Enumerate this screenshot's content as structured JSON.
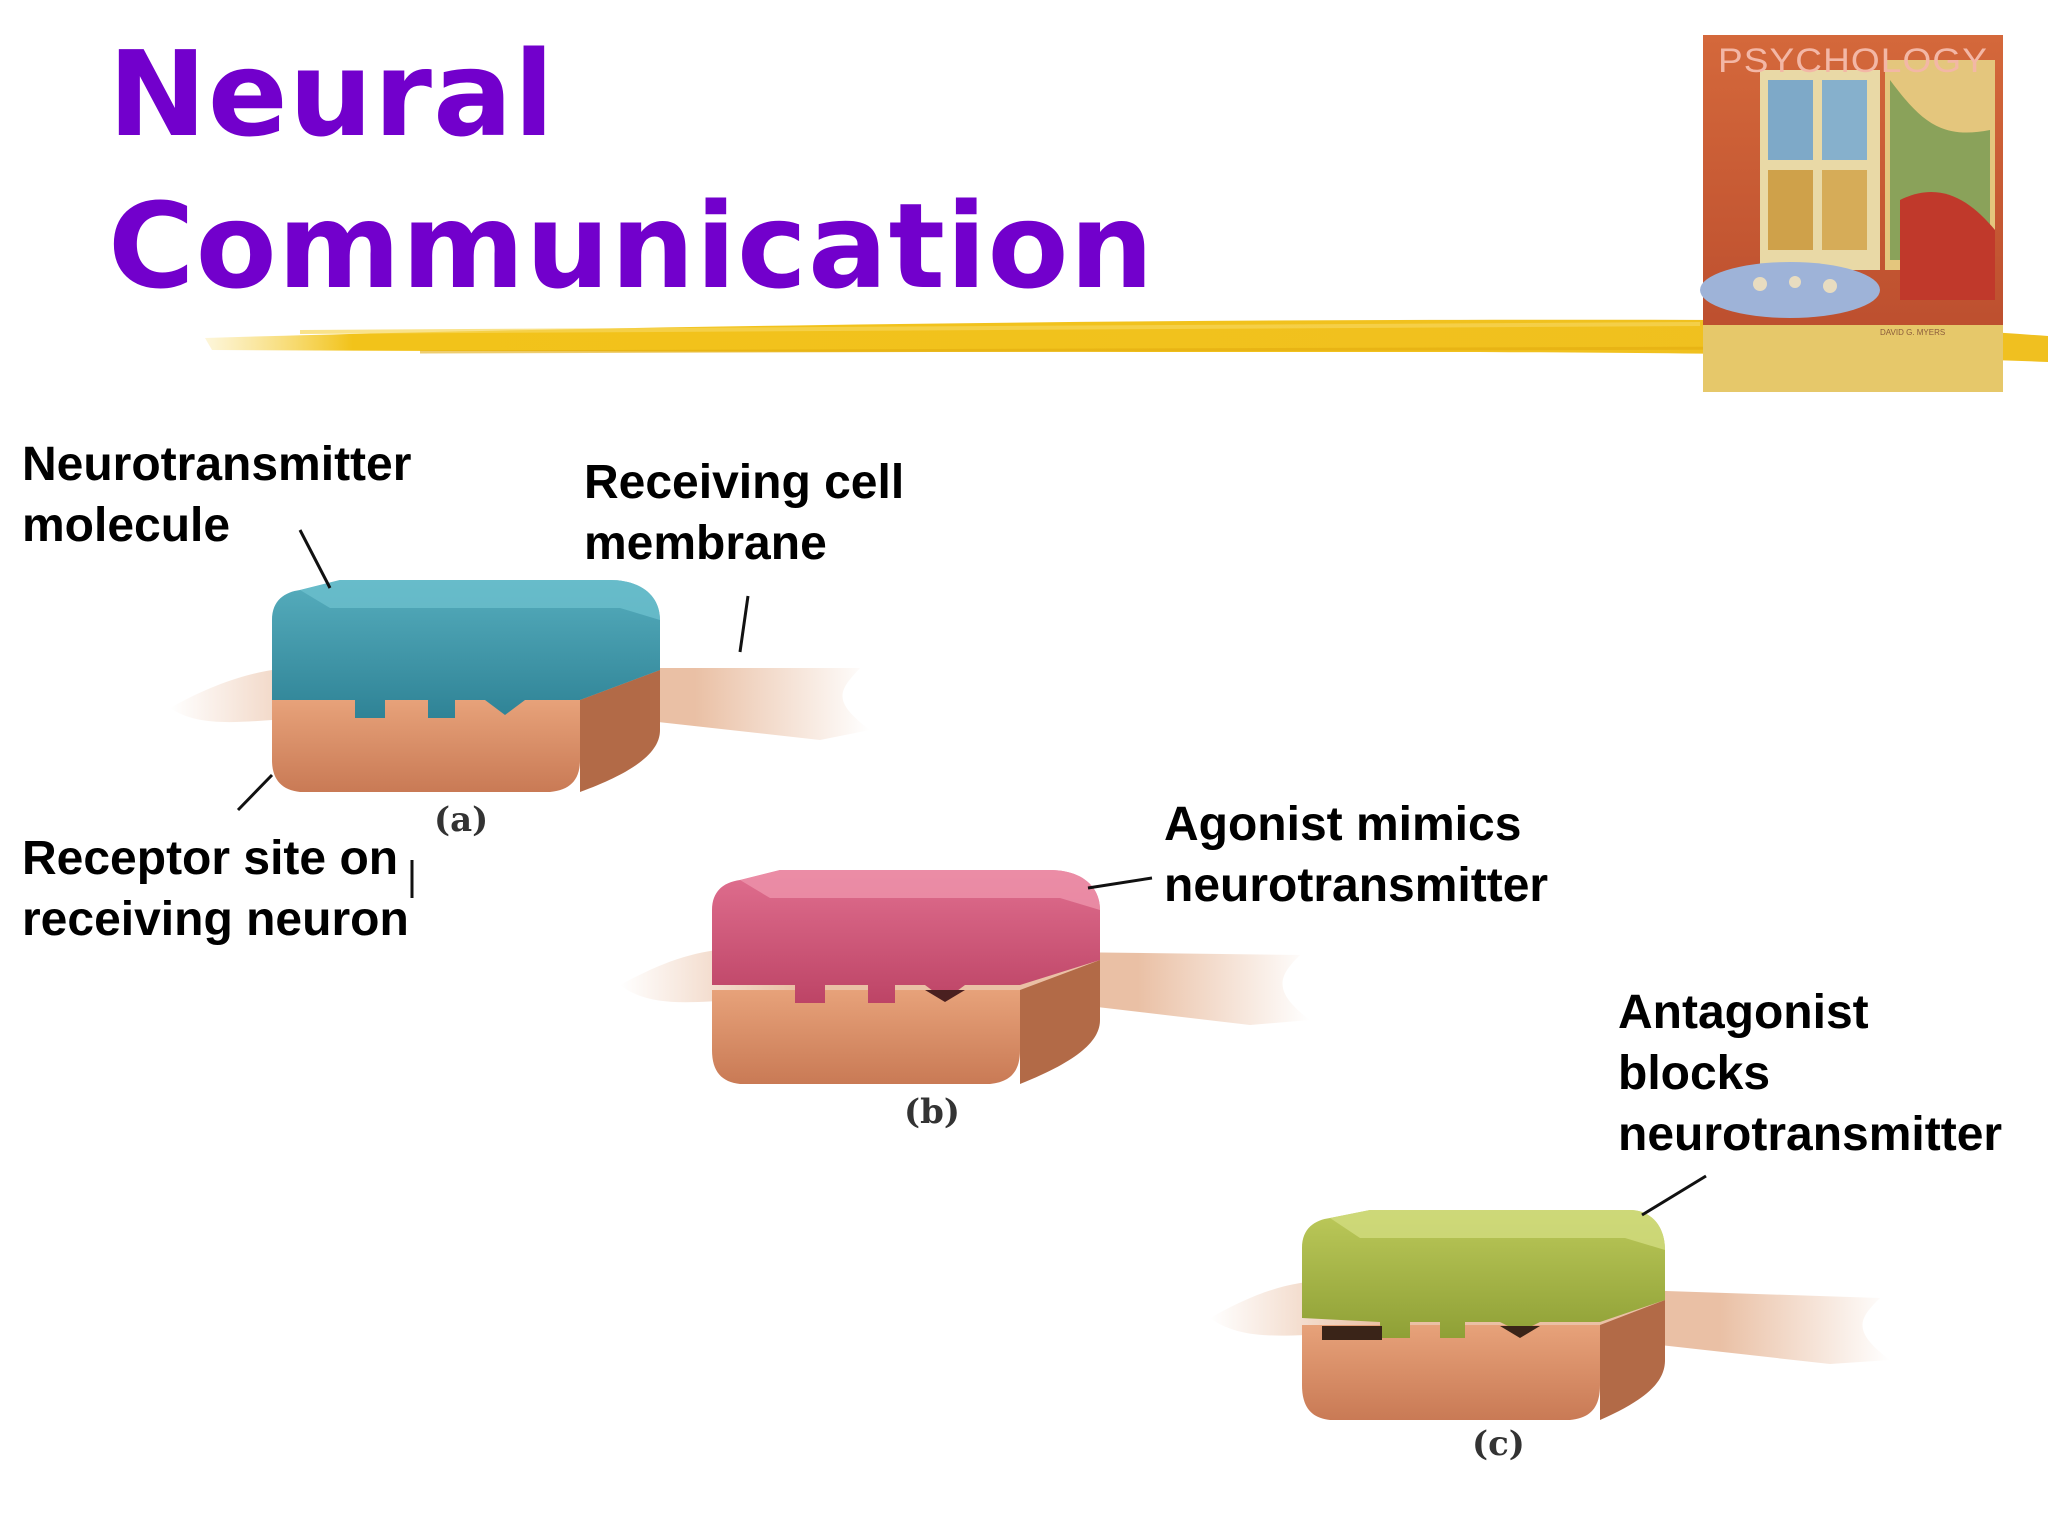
{
  "title": {
    "line1": "Neural",
    "line2": "Communication"
  },
  "book_cover": {
    "title": "PSYCHOLOGY",
    "author": "DAVID G. MYERS"
  },
  "labels": {
    "neurotransmitter_molecule": [
      "Neurotransmitter",
      "molecule"
    ],
    "receiving_cell_membrane": [
      "Receiving cell",
      "membrane"
    ],
    "receptor_site": [
      "Receptor site on",
      "receiving neuron"
    ],
    "agonist": [
      "Agonist mimics",
      "neurotransmitter"
    ],
    "antagonist": [
      "Antagonist",
      "blocks",
      "neurotransmitter"
    ]
  },
  "panels": [
    {
      "letter": "(a)",
      "molecule_color": "#3f97a8"
    },
    {
      "letter": "(b)",
      "molecule_color": "#d0587a"
    },
    {
      "letter": "(c)",
      "molecule_color": "#aab846"
    }
  ],
  "colors": {
    "title": "#7200cc",
    "highlight_stroke": "#f2c31a",
    "receptor": "#d9926a",
    "membrane": "#e8b89a"
  }
}
